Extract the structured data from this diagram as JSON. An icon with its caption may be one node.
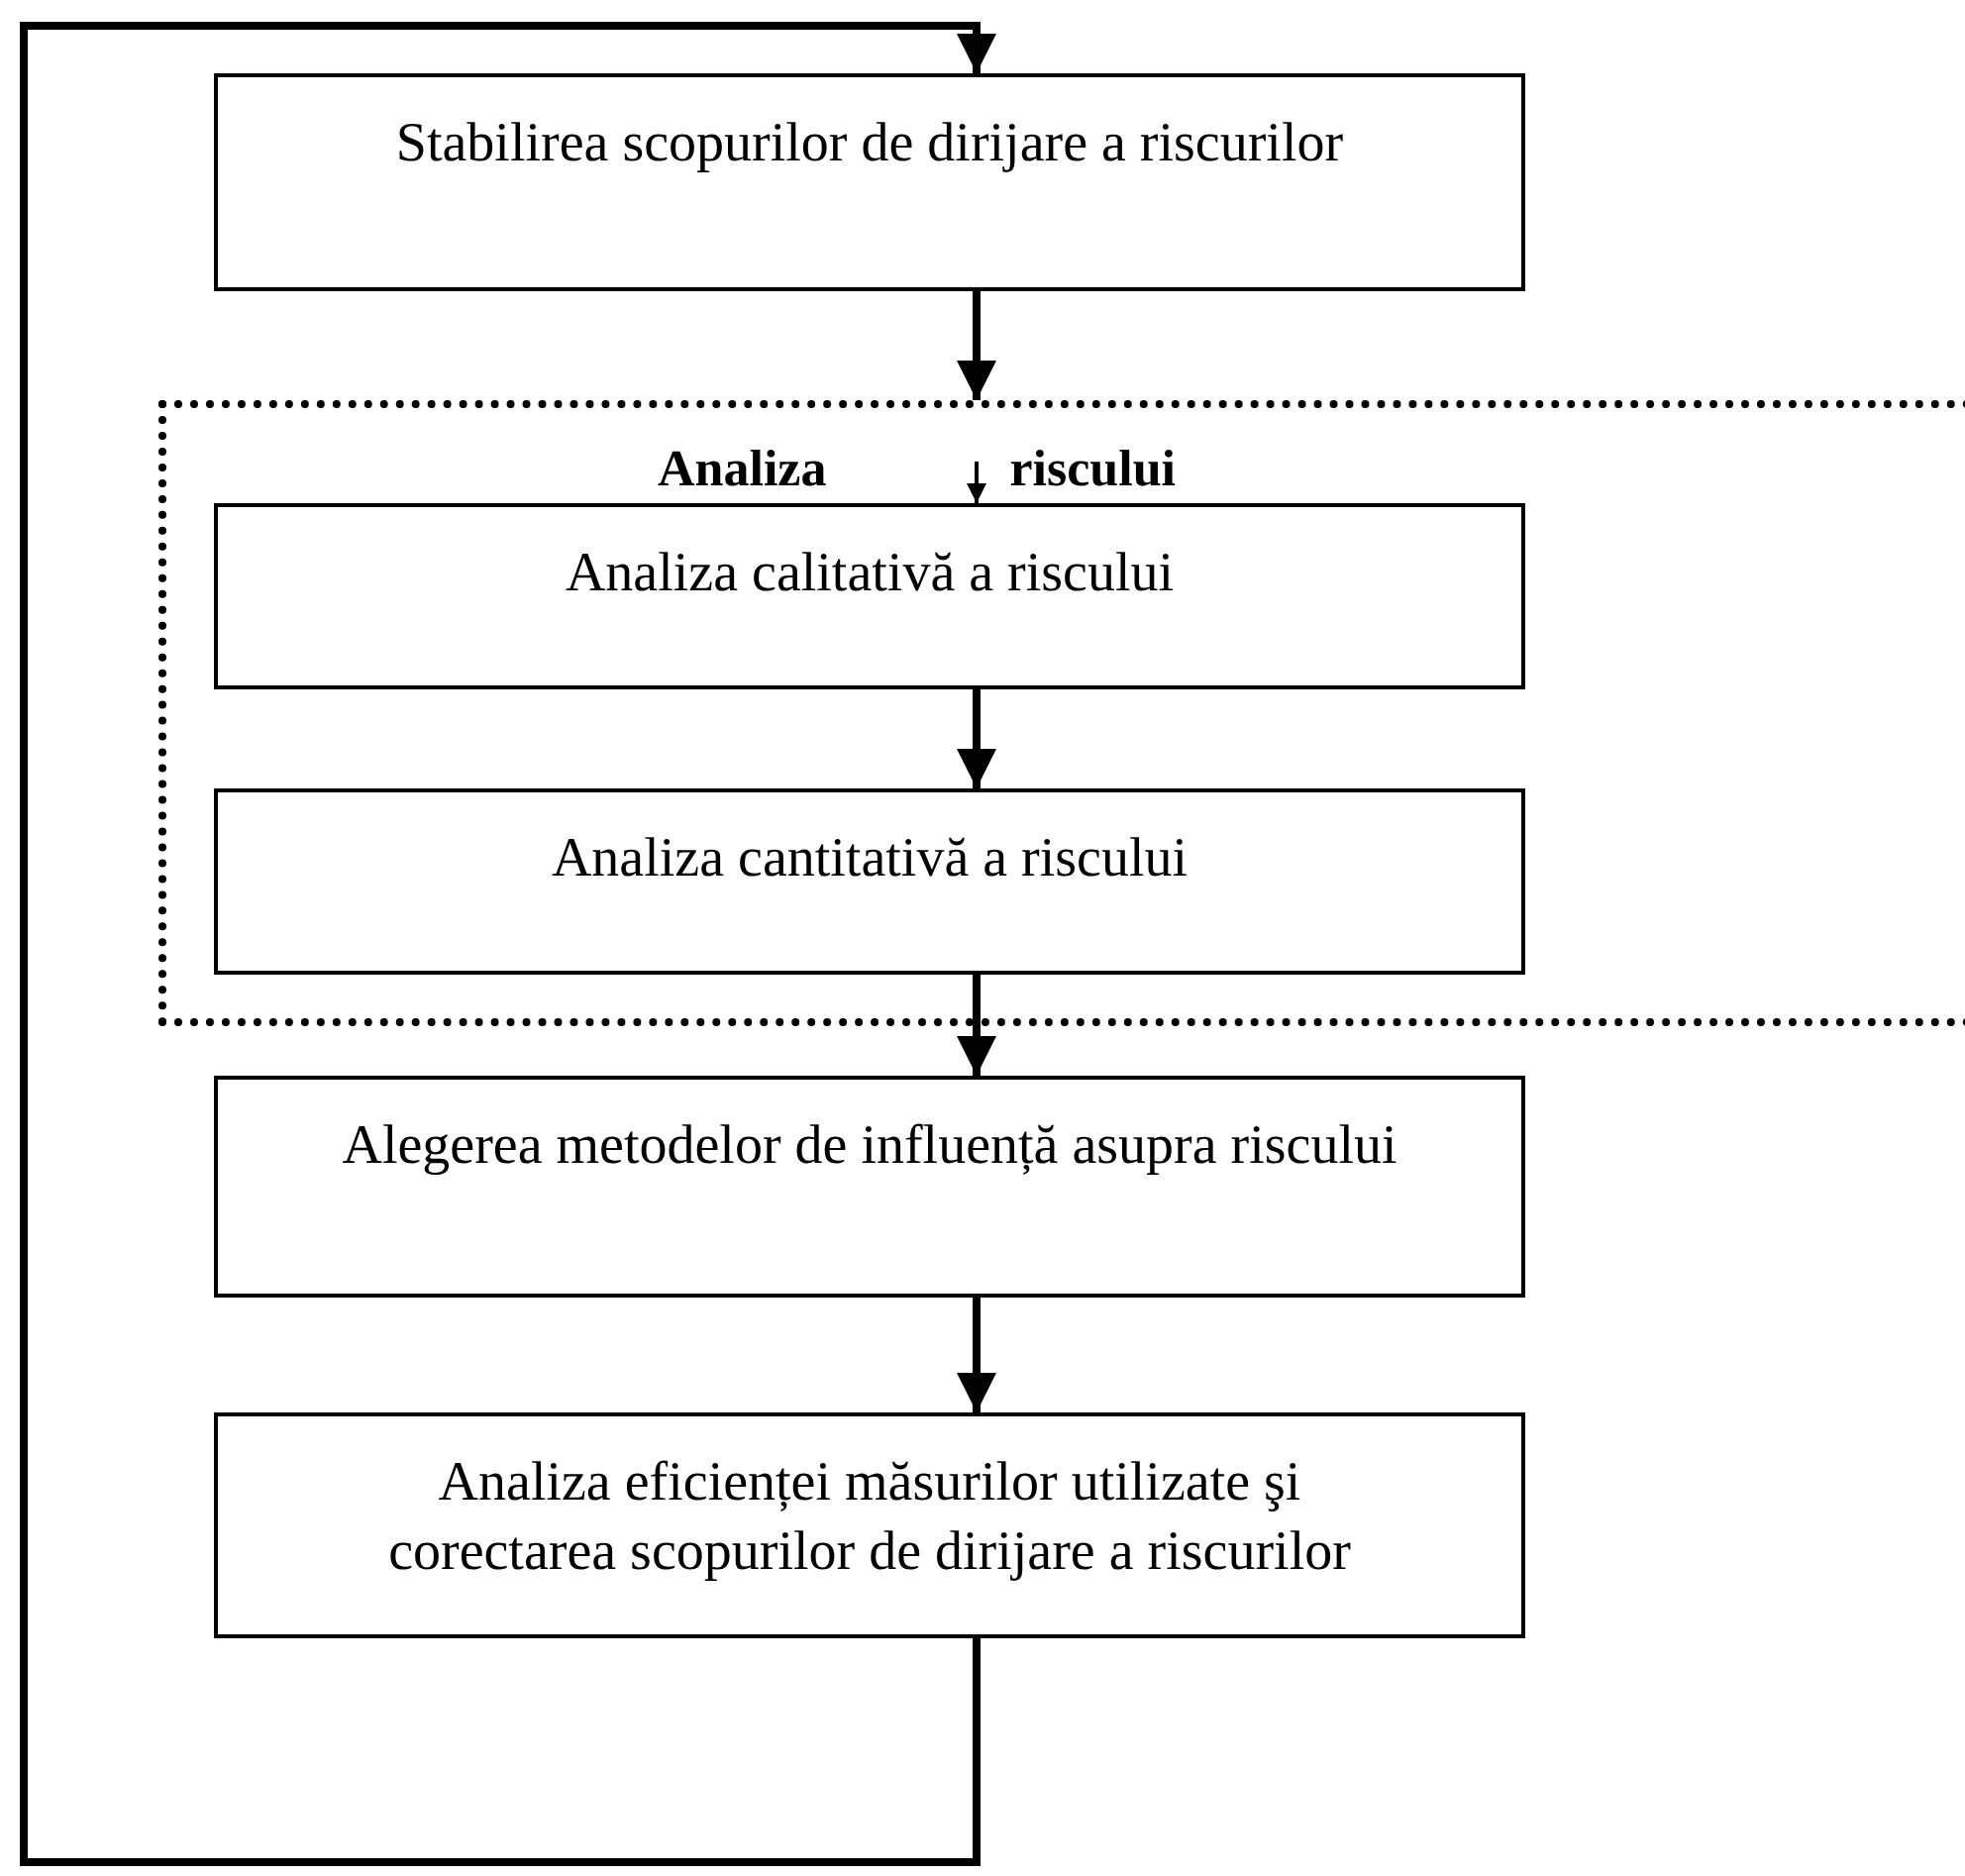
{
  "diagram": {
    "nodes": [
      {
        "text": [
          "Stabilirea scopurilor de dirijare a riscurilor"
        ]
      },
      {
        "text": [
          "Analiza riscului"
        ]
      },
      {
        "text": [
          "Analiza calitativă a riscului"
        ],
        "in": 1
      },
      {
        "text": [
          "Analiza cantitativă a riscului"
        ],
        "in": 1
      },
      {
        "text": [
          "Alegerea metodelor de influență asupra riscului"
        ]
      },
      {
        "text": [
          "Analiza eficienței măsurilor utilizate şi corectarea scopurilor de dirijare a riscurilor"
        ]
      }
    ],
    "edges": [
      {
        "from": 0,
        "to": 1,
        "arrow": "to"
      },
      {
        "from": null,
        "to": 2,
        "arrow": "to"
      },
      {
        "from": 2,
        "to": 3,
        "arrow": "to"
      },
      {
        "from": 3,
        "to": 4,
        "arrow": "to"
      },
      {
        "from": 4,
        "to": 5,
        "arrow": "to"
      },
      {
        "from": 5,
        "to": 0,
        "arrow": "to"
      }
    ]
  }
}
